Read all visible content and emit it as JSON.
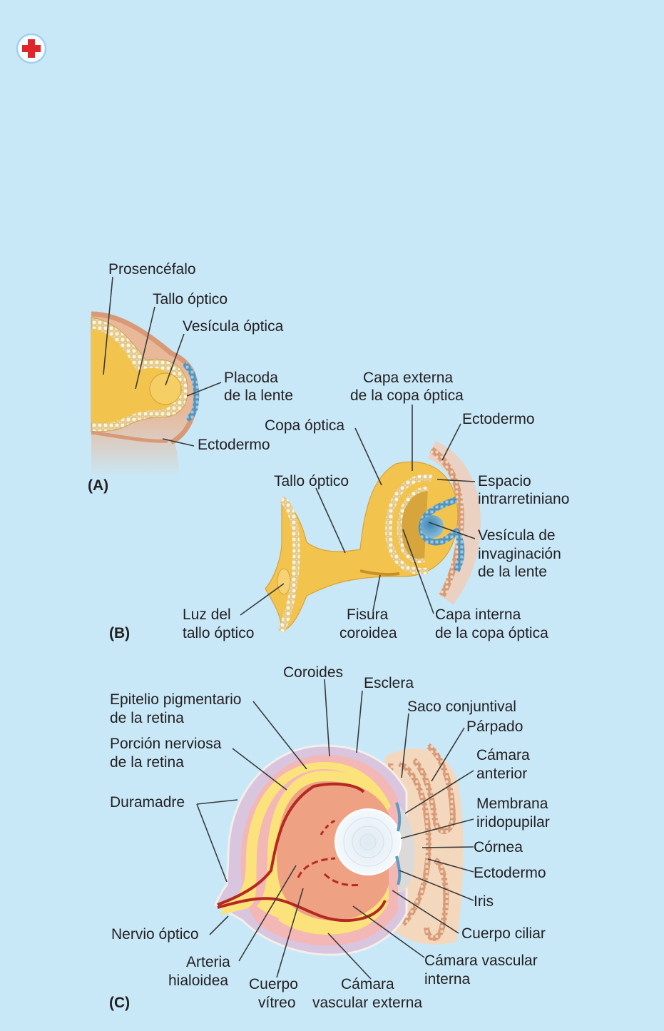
{
  "icon": "red-cross-badge-icon",
  "colors": {
    "background": "#c8e8f8",
    "neural_yellow": "#f2c44e",
    "ectoderm_tan": "#e9b899",
    "lens_blue": "#6aa6c8",
    "retina_yellow": "#fbe27a",
    "choroid_pink": "#f3b7b5",
    "sclera_lilac": "#d9c5dd",
    "vitreous": "#eea183",
    "artery_red": "#b42a22",
    "lens_white": "#eaf2f8",
    "eyelid_peach": "#f8d6b6"
  },
  "panels": {
    "A": {
      "tag": "(A)",
      "labels": [
        "Prosencéfalo",
        "Tallo óptico",
        "Vesícula óptica",
        "Placoda",
        "de la lente",
        "Ectodermo"
      ]
    },
    "B": {
      "tag": "(B)",
      "labels": [
        "Capa externa",
        "de la copa óptica",
        "Ectodermo",
        "Copa óptica",
        "Tallo óptico",
        "Espacio",
        "intrarretiniano",
        "Vesícula de",
        "invaginación",
        "de la lente",
        "Luz del",
        "tallo óptico",
        "Fisura",
        "coroidea",
        "Capa interna",
        "de la copa óptica"
      ]
    },
    "C": {
      "tag": "(C)",
      "labels": [
        "Coroides",
        "Esclera",
        "Epitelio pigmentario",
        "de la retina",
        "Saco conjuntival",
        "Párpado",
        "Porción nerviosa",
        "de la retina",
        "Cámara",
        "anterior",
        "Duramadre",
        "Membrana",
        "iridopupilar",
        "Córnea",
        "Ectodermo",
        "Iris",
        "Nervio óptico",
        "Cuerpo ciliar",
        "Arteria",
        "hialoidea",
        "Cuerpo",
        "vítreo",
        "Cámara",
        "vascular externa",
        "Cámara vascular",
        "interna"
      ]
    }
  }
}
